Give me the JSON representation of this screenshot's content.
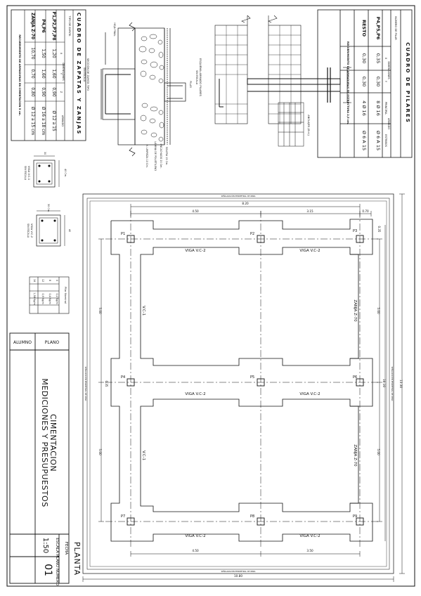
{
  "titleblock": {
    "alumno_label": "ALUMNO",
    "plano_label": "PLANO",
    "project_title_1": "MEDICIONES Y PRESUPUESTOS",
    "project_title_2": "CIMENTACION",
    "fecha_label": "FECHA",
    "escala_label": "ESCALA",
    "escala_value": "1:50",
    "plano_numero_label": "PLANO NUMERO",
    "plano_numero_value": "01",
    "sheet_name": "PLANTA"
  },
  "zapatas_table": {
    "title": "CUADRO DE ZAPATAS Y ZANJAS",
    "col_tipo": "TIPO DE ZAPATA",
    "col_dimensiones": "DIMENSIONES",
    "col_x": "X",
    "col_y": "Y",
    "col_z": "Z",
    "col_armado": "ARMADO",
    "rows": [
      {
        "tipo": "P1,P2,P7,P8",
        "x": "1,20",
        "y": "1,60",
        "z": "0,90",
        "armado": "Ø 12 a 15"
      },
      {
        "tipo": "P4,P6",
        "x": "1,50",
        "y": "1,60",
        "z": "0,90",
        "armado": "Ø 16 a 18 cm"
      },
      {
        "tipo": "ZANJA Z-70",
        "x": "10,70",
        "y": "0,70",
        "z": "0,80",
        "armado": "Ø 12 a 15 cm"
      }
    ],
    "note": "RECUBRIMIENTO DE ARMADURAS EN CIMENTACION 5 cm."
  },
  "pilares_table": {
    "title": "CUADRO DE PILARES",
    "col_num": "NÚMERO DE PILAR",
    "col_dimensiones": "DIMENSIONES",
    "col_x": "X",
    "col_y": "Y",
    "col_armado": "ARMADO",
    "col_principal": "PRINCIPAL",
    "col_estribos": "ESTRIBOS",
    "rows": [
      {
        "num": "P4,P5,P6",
        "x": "0,35",
        "y": "0,30",
        "principal": "8 Ø 16",
        "estribos": "Ø 6 A 15"
      },
      {
        "num": "RESTO",
        "x": "0,30",
        "y": "0,30",
        "principal": "4 Ø 16",
        "estribos": "Ø 6 A 15"
      }
    ],
    "note": "RECUBRIMIENTO DE ARMADURAS EN ESTRUCTURA 2,5 cm."
  },
  "details": {
    "section_label_1": "SECCIÓN DE ZAPATA TIPO",
    "section_label_1b": "SIN ESCALA",
    "section_label_2": "ESQUEMA ARMADO PILARES",
    "section_label_2b": "SIN ESCALA",
    "anclajes": "ANCLAJES (Ø>L)",
    "solera": "SOLERA 15 Cm.",
    "encachado": "ENCACHADO 20 Cm.",
    "lamina": "LÁMINA DE POLIETILENO",
    "limpieza": "H. LIMPIEZA 10 Cm.",
    "pilar": "PILAR",
    "hoja": "HOJA FINAL",
    "viga_vc1": "VIGA V.C-1",
    "viga_vc1_sub": "SIN ESCALA",
    "viga_vc2": "VIGA V.C-2",
    "viga_vc2_sub": "SIN ESCALA",
    "dim_40": "40",
    "dim_30": "30",
    "dim_40b": "40 Cm.",
    "dim_30b": "30 Cm."
  },
  "legend": {
    "title": "Pilar Nominal",
    "rows": [
      {
        "a": "0",
        "b": "0,2 Kg/m"
      },
      {
        "a": "8",
        "b": "0,4 Kg/m"
      },
      {
        "a": "12",
        "b": "0,9 Kg/m"
      },
      {
        "a": "16",
        "b": "1,58 Kg/m"
      }
    ]
  },
  "plan": {
    "dim_total_top": "8.20",
    "dim_top_a": "4.50",
    "dim_top_b": "3.15",
    "dim_top_c": "0.70",
    "dim_left_a": "5.00",
    "dim_left_b": "5.00",
    "dim_right_a": "5.00",
    "dim_right_b": "5.00",
    "dim_right_total": "10.10",
    "dim_outer_right": "13.30",
    "dim_bottom_a": "4.50",
    "dim_bottom_b": "3.50",
    "dim_bottom_total": "10.80",
    "dim_small_right": "0.35",
    "dim_small_left": "0.35",
    "pillars": [
      "P1",
      "P2",
      "P3",
      "P4",
      "P5",
      "P6",
      "P7",
      "P8",
      "P9"
    ],
    "viga_vc2": "VIGA V.C-2",
    "viga_vc1": "V.C-1",
    "zanja": "ZANJA Z-70",
    "perimetro": "SEÑALIZACIÓN PERIMETRAL DE OBRA"
  }
}
